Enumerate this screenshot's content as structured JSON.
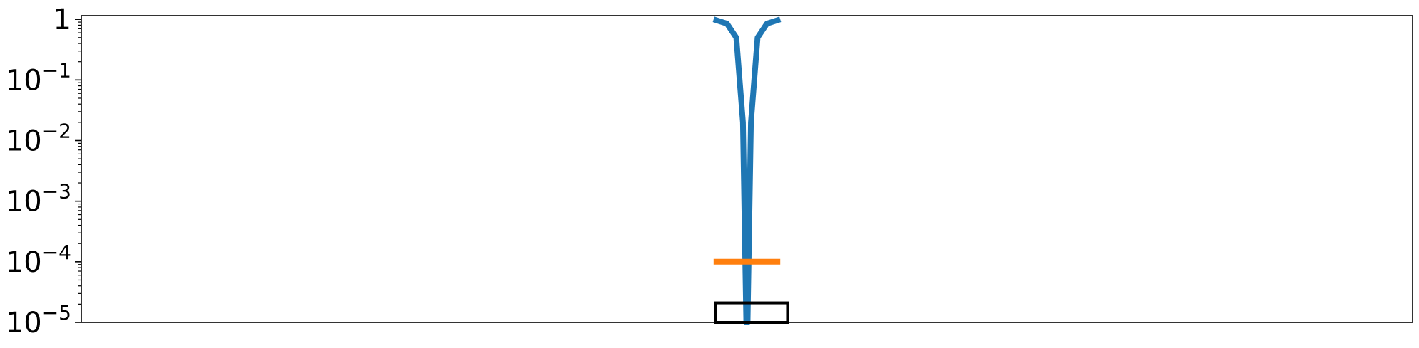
{
  "chart_data": {
    "type": "line",
    "title": "",
    "xlabel": "",
    "ylabel": "",
    "y_scale": "log",
    "ylim": [
      1e-05,
      1.15
    ],
    "xlim": [
      0,
      1
    ],
    "x_ticks_visible": false,
    "grid": false,
    "legend": "none",
    "y_ticks": [
      {
        "value": 1,
        "base": "1",
        "exp": ""
      },
      {
        "value": 0.1,
        "base": "10",
        "exp": "−1"
      },
      {
        "value": 0.01,
        "base": "10",
        "exp": "−2"
      },
      {
        "value": 0.001,
        "base": "10",
        "exp": "−3"
      },
      {
        "value": 0.0001,
        "base": "10",
        "exp": "−4"
      },
      {
        "value": 1e-05,
        "base": "10",
        "exp": "−5"
      }
    ],
    "series": [
      {
        "color": "#1f77b4",
        "style": "line",
        "x": [
          0.475,
          0.485,
          0.492,
          0.497,
          0.4995,
          0.5005,
          0.503,
          0.508,
          0.515,
          0.525
        ],
        "y": [
          1.0,
          0.85,
          0.5,
          0.02,
          1e-05,
          1e-05,
          0.02,
          0.5,
          0.85,
          1.0
        ]
      },
      {
        "color": "#ff7f0e",
        "style": "hline",
        "x": [
          0.475,
          0.525
        ],
        "y": [
          0.0001,
          0.0001
        ]
      },
      {
        "color": "#000000",
        "style": "rectangle",
        "x": [
          0.4765,
          0.5305
        ],
        "y": [
          1e-05,
          2.1e-05
        ]
      }
    ]
  }
}
